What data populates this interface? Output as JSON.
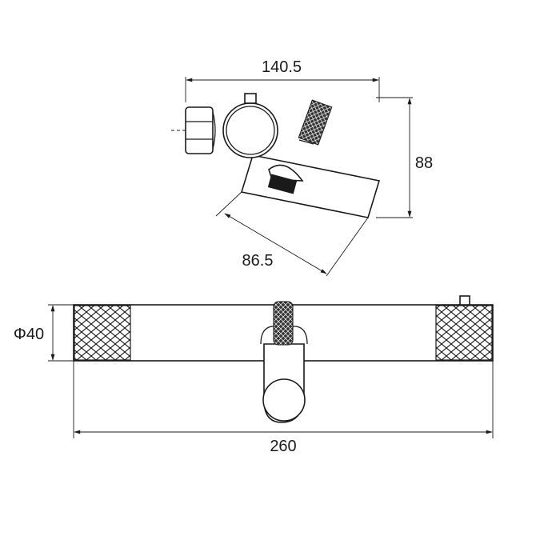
{
  "dimensions": {
    "top_width": "140.5",
    "top_height": "88",
    "top_spout": "86.5",
    "diameter": "Φ40",
    "total_length": "260"
  }
}
